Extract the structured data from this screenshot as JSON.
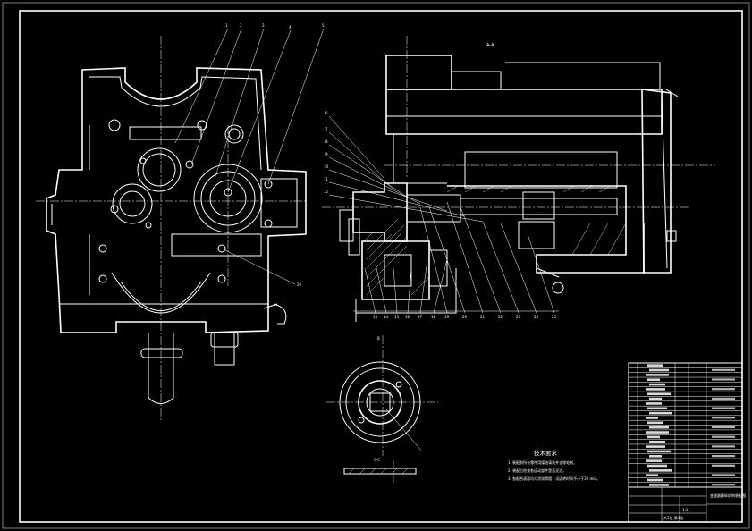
{
  "drawing": {
    "tech_req_title": "技术要求",
    "tech_req_lines": [
      "1. 装配前所有零件用煤油清洗并去除毛刺。",
      "2. 装配后检查各运动部件是否灵活。",
      "3. 各配合表面均匀涂润滑脂，试运转时间不小于30 min。"
    ],
    "section_label_top": "A-A",
    "section_label_c": "C-C",
    "section_label_b": "B",
    "part_callouts_top": [
      "1",
      "2",
      "3",
      "4",
      "5"
    ],
    "part_callouts_left": [
      "6",
      "7",
      "8",
      "9",
      "10",
      "11",
      "12"
    ],
    "part_callouts_bottom": [
      "13",
      "14",
      "15",
      "16",
      "17",
      "18",
      "19",
      "20",
      "21",
      "22",
      "23",
      "24",
      "25"
    ],
    "part_callout_side": "26",
    "title_block_name": "变速器操纵机构装配图",
    "title_block_scale": "1:1",
    "title_block_sheet": "共1张 第1张"
  },
  "colors": {
    "background": "#000000",
    "lines": "#ffffff"
  }
}
